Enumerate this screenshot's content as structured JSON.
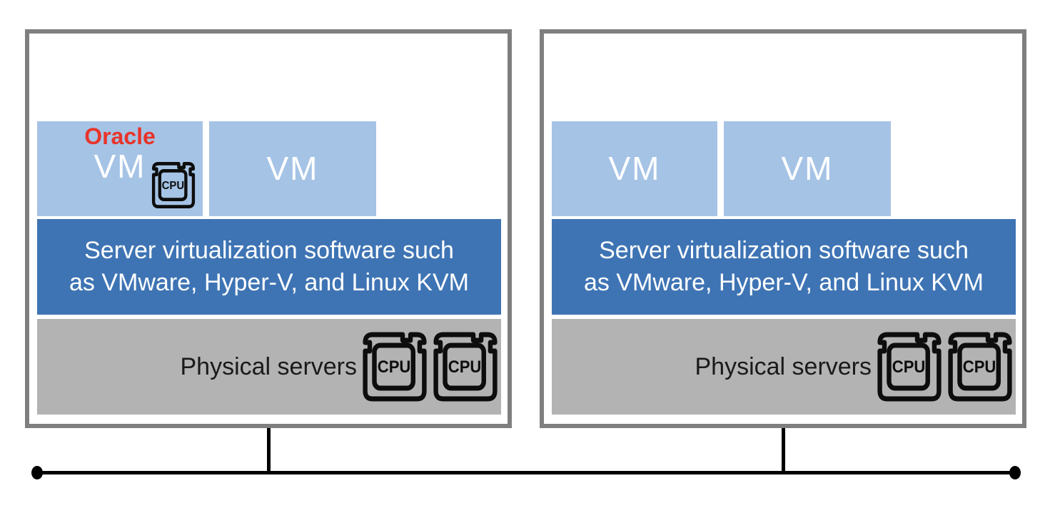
{
  "colors": {
    "vm_fill": "#a5c3e5",
    "hypervisor_fill": "#3e74b4",
    "hardware_fill": "#b3b3b3",
    "box_border": "#7f7f7f",
    "oracle_red": "#e8342a",
    "network_black": "#000000",
    "vm_text": "#ffffff"
  },
  "cpu_label": "CPU",
  "boxes": [
    {
      "vms": [
        {
          "vendor": "Oracle",
          "name": "VM"
        },
        {
          "vendor": "",
          "name": "VM"
        }
      ],
      "virtualization_text_line1": "Server virtualization software such",
      "virtualization_text_line2": "as VMware, Hyper-V, and Linux KVM",
      "physical_label": "Physical servers"
    },
    {
      "vms": [
        {
          "vendor": "",
          "name": "VM"
        },
        {
          "vendor": "",
          "name": "VM"
        }
      ],
      "virtualization_text_line1": "Server virtualization software such",
      "virtualization_text_line2": "as VMware, Hyper-V, and Linux KVM",
      "physical_label": "Physical servers"
    }
  ]
}
